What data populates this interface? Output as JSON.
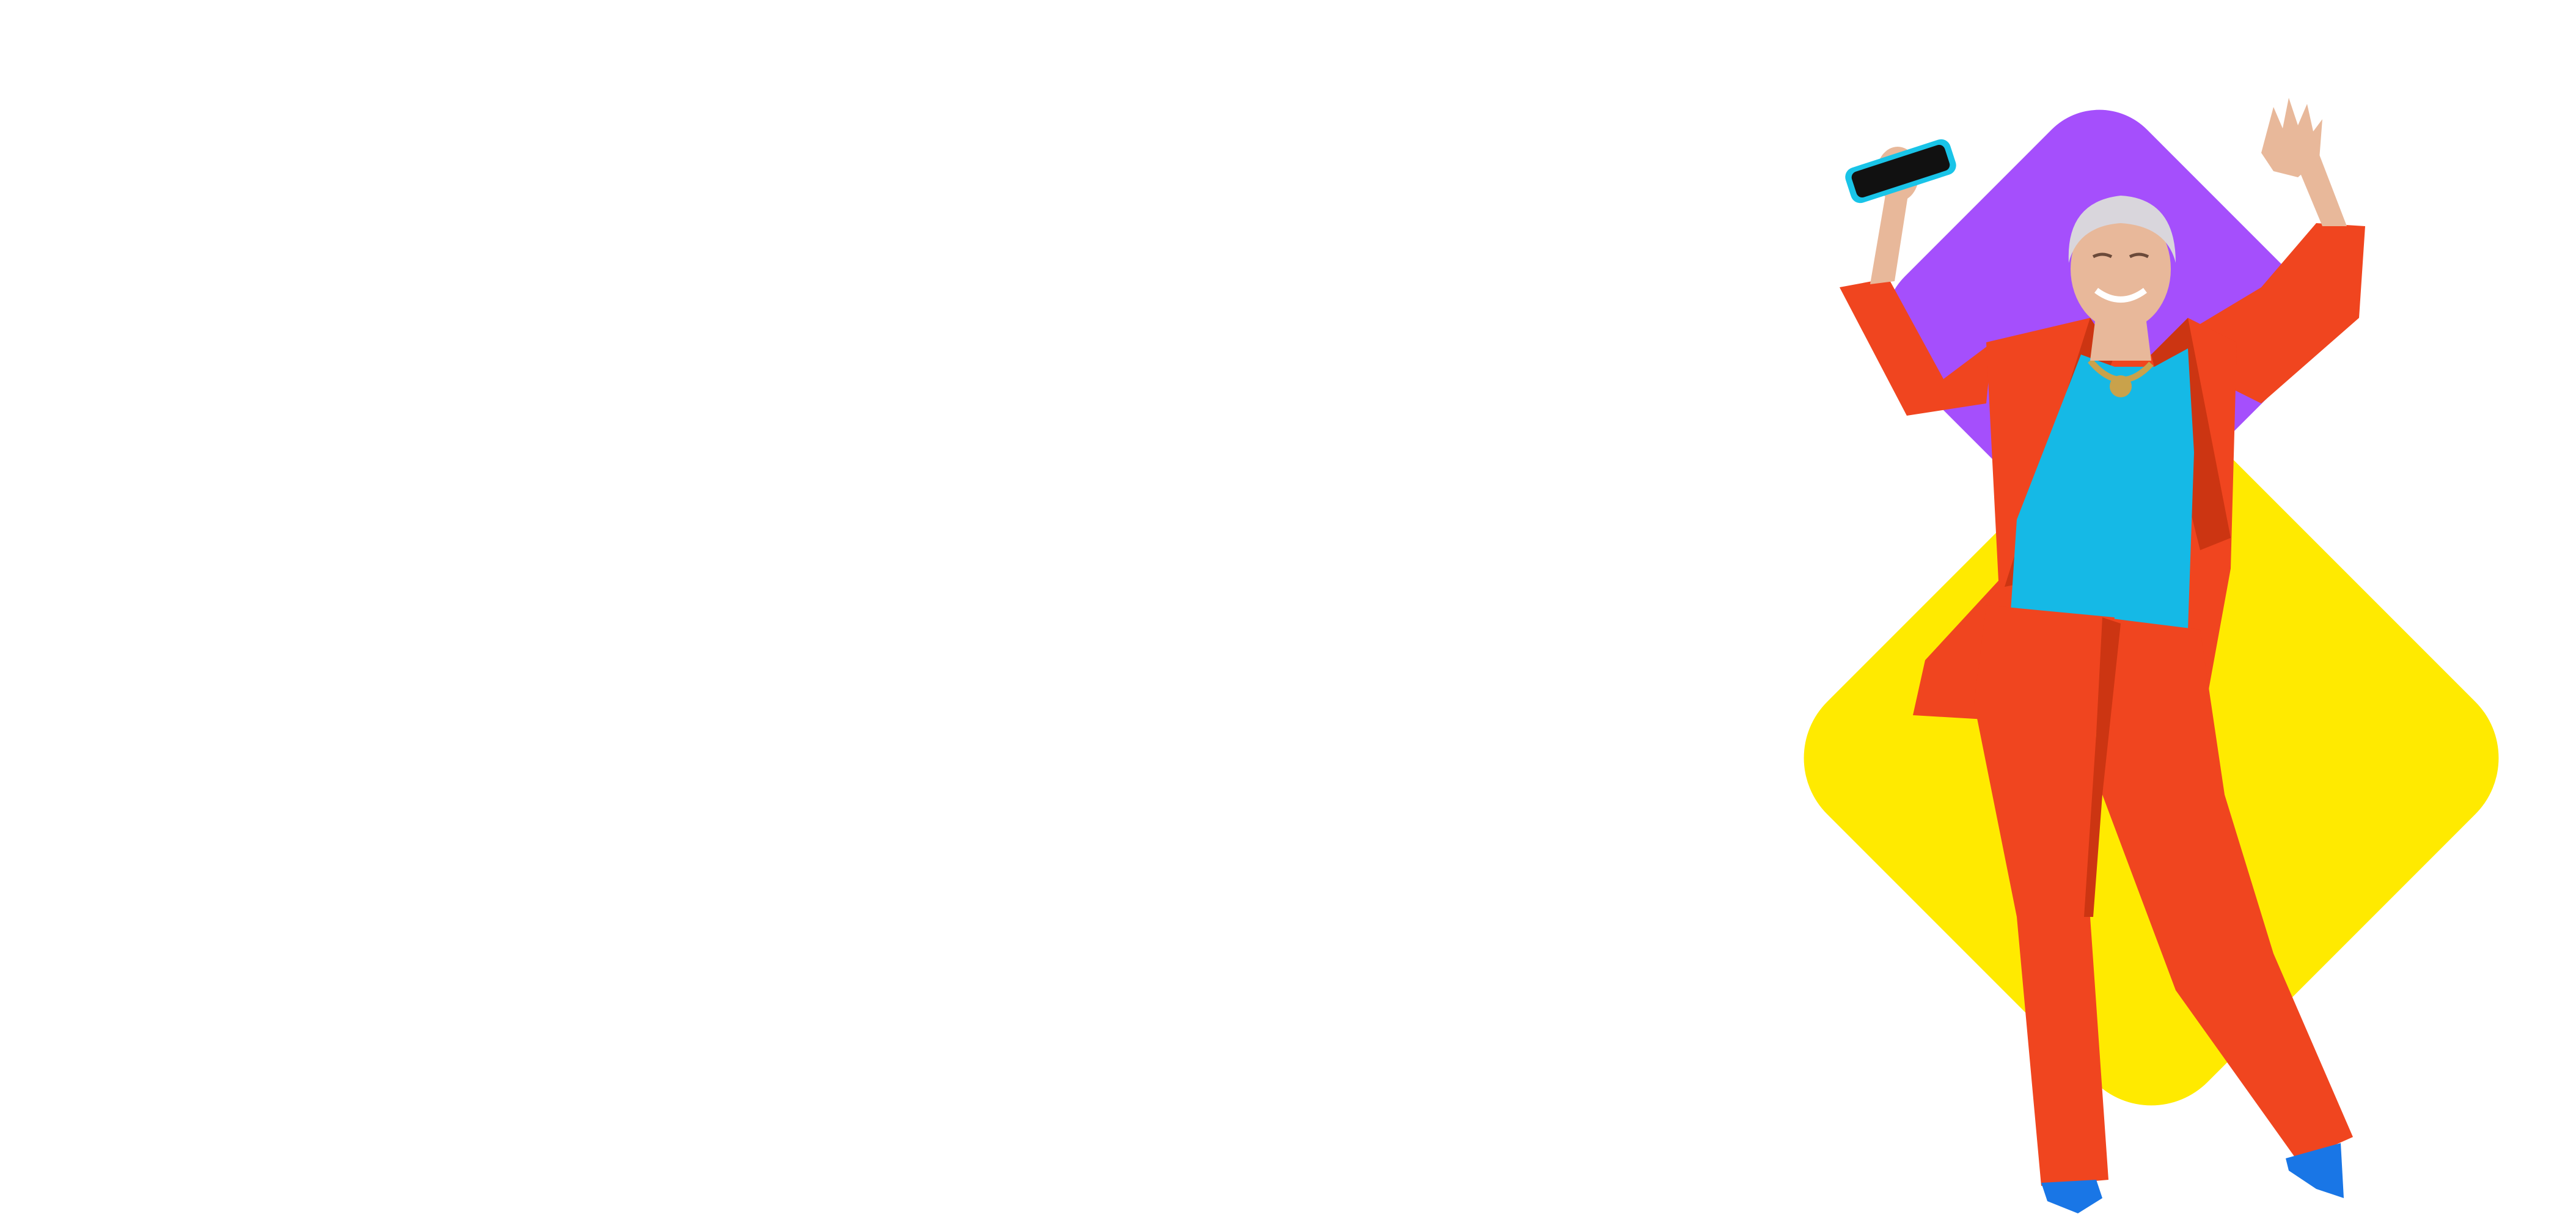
{
  "colors": {
    "background": "#ffffff",
    "purple_shape": "#a54ffc",
    "yellow_shape": "#ffea00",
    "suit_orange": "#f0451f",
    "suit_shadow": "#cc3512",
    "top_cyan": "#15b9e6",
    "skin": "#e8b89a",
    "hair": "#d9d6dc",
    "shoes_blue": "#1976e6",
    "phone_black": "#111111",
    "phone_case_cyan": "#19c4e8",
    "necklace_gold": "#c9a24b"
  },
  "scene": {
    "subject": "woman-in-orange-suit-dancing",
    "decor_shapes": [
      "purple-rounded-diamond",
      "yellow-rounded-diamond"
    ]
  }
}
